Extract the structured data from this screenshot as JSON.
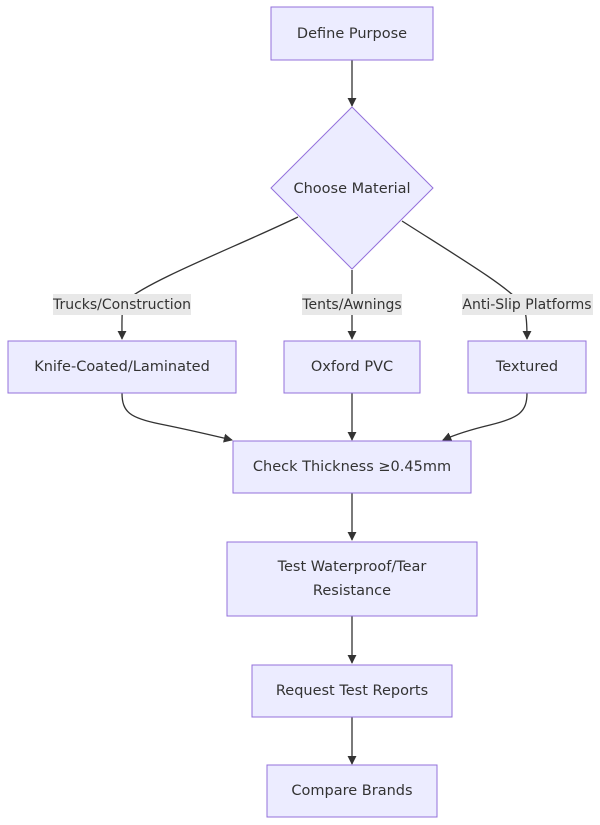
{
  "flowchart": {
    "colors": {
      "node_fill": "#ECECFF",
      "node_stroke": "#9370DB",
      "edge": "#333333",
      "label_bg": "#E8E8E8",
      "text": "#333333"
    },
    "nodes": {
      "define_purpose": "Define Purpose",
      "choose_material": "Choose Material",
      "knife_coated": "Knife-Coated/Laminated",
      "oxford_pvc": "Oxford PVC",
      "textured": "Textured",
      "check_thickness": "Check Thickness ≥0.45mm",
      "test_waterproof_line1": "Test Waterproof/Tear",
      "test_waterproof_line2": "Resistance",
      "request_reports": "Request Test Reports",
      "compare_brands": "Compare Brands"
    },
    "edge_labels": {
      "trucks": "Trucks/Construction",
      "tents": "Tents/Awnings",
      "antislip": "Anti-Slip Platforms"
    }
  }
}
